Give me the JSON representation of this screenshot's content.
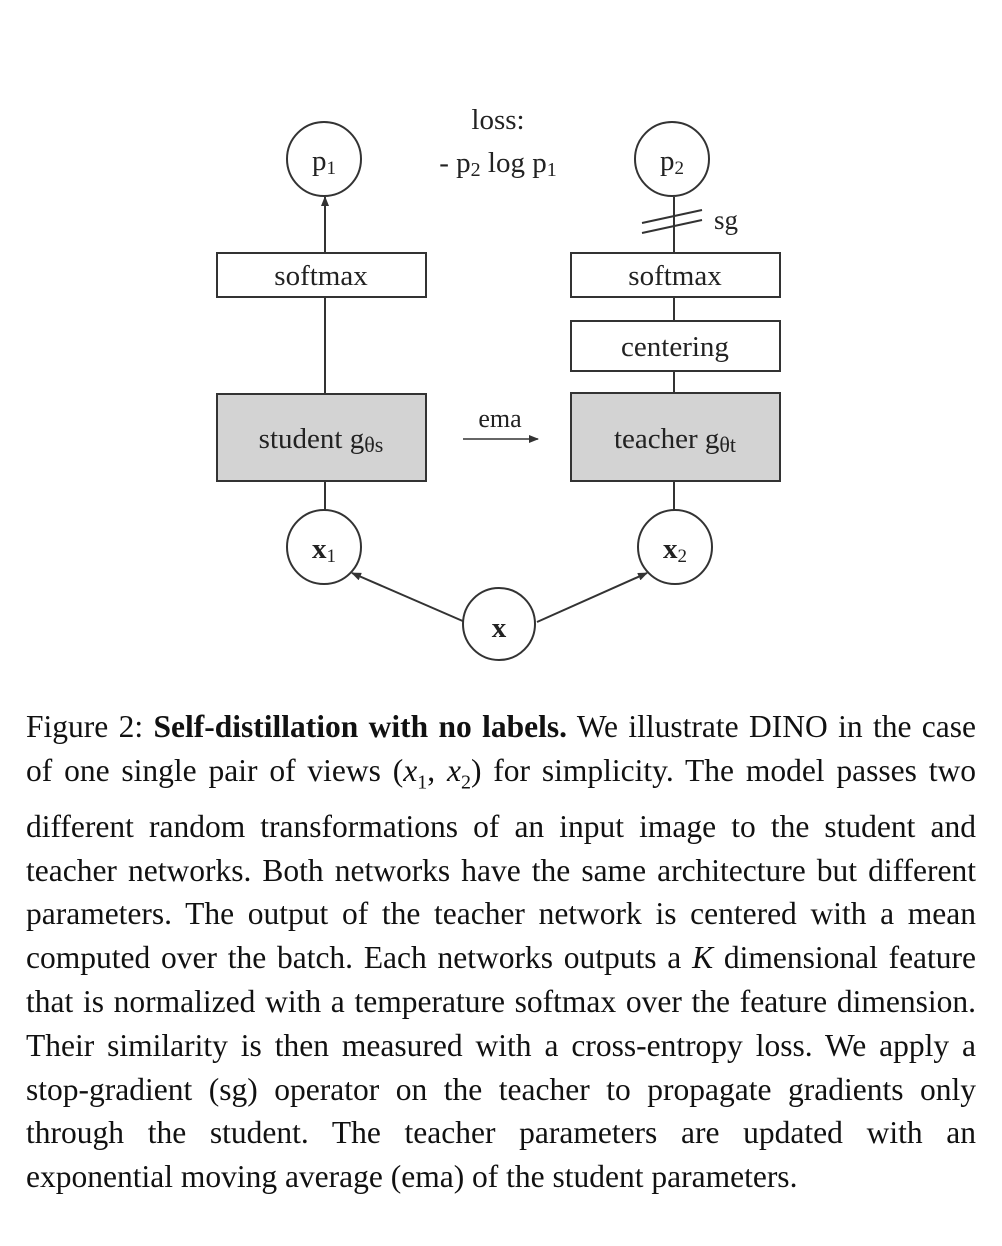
{
  "figure": {
    "loss_label_line1": "loss:",
    "loss_label_line2_prefix": "- p",
    "loss_label_line2_sub1": "2",
    "loss_label_line2_mid": " log p",
    "loss_label_line2_sub2": "1",
    "p1": {
      "main": "p",
      "sub": "1"
    },
    "p2": {
      "main": "p",
      "sub": "2"
    },
    "sg_label": "sg",
    "student_softmax": "softmax",
    "teacher_softmax": "softmax",
    "centering": "centering",
    "student": {
      "main": "student g",
      "sub": "θs"
    },
    "teacher": {
      "main": "teacher g",
      "sub": "θt"
    },
    "ema_label": "ema",
    "x1": {
      "main": "x",
      "sub": "1"
    },
    "x2": {
      "main": "x",
      "sub": "2"
    },
    "x": "x"
  },
  "caption": {
    "prefix": "Figure 2: ",
    "bold": "Self-distillation with no labels.",
    "part1": " We illustrate DINO in the case of one single pair of views (",
    "x1": "x",
    "x1_sub": "1",
    "comma": ", ",
    "x2": "x",
    "x2_sub": "2",
    "part2": ") for simplicity. The model passes two different random transformations of an input image to the student and teacher networks. Both networks have the same architecture but different parameters. The output of the teacher network is centered with a mean computed over the batch. Each networks outputs a ",
    "k": "K",
    "part3": " dimensional feature that is normalized with a temperature softmax over the feature dimension. Their similarity is then measured with a cross-entropy loss. We apply a stop-gradient (sg) operator on the teacher to propagate gradients only through the student. The teacher parameters are updated with an exponential moving average (ema) of the student parameters."
  }
}
